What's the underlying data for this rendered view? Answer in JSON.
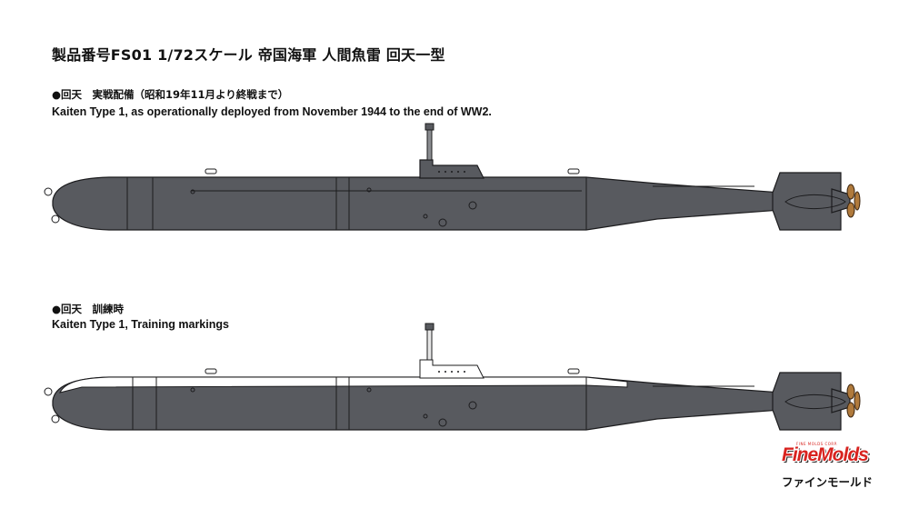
{
  "title": "製品番号FS01 1/72スケール 帝国海軍 人間魚雷 回天一型",
  "sections": [
    {
      "heading_jp": "●回天　実戦配備（昭和19年11月より終戦まで）",
      "heading_en": "Kaiten Type 1, as operationally deployed from November 1944 to the end of WW2.",
      "scheme": "operational"
    },
    {
      "heading_jp": "●回天　訓練時",
      "heading_en": "Kaiten Type 1, Training markings",
      "scheme": "training"
    }
  ],
  "colors": {
    "hull": "#585a5f",
    "hull_outline": "#1c1c1e",
    "training_white": "#ffffff",
    "propeller": "#b07a3c",
    "logo_red": "#d8231f"
  },
  "logo": {
    "brand": "FineMolds",
    "small_text": "FINE MOLDS CORP.",
    "kana": "ファインモールド"
  }
}
